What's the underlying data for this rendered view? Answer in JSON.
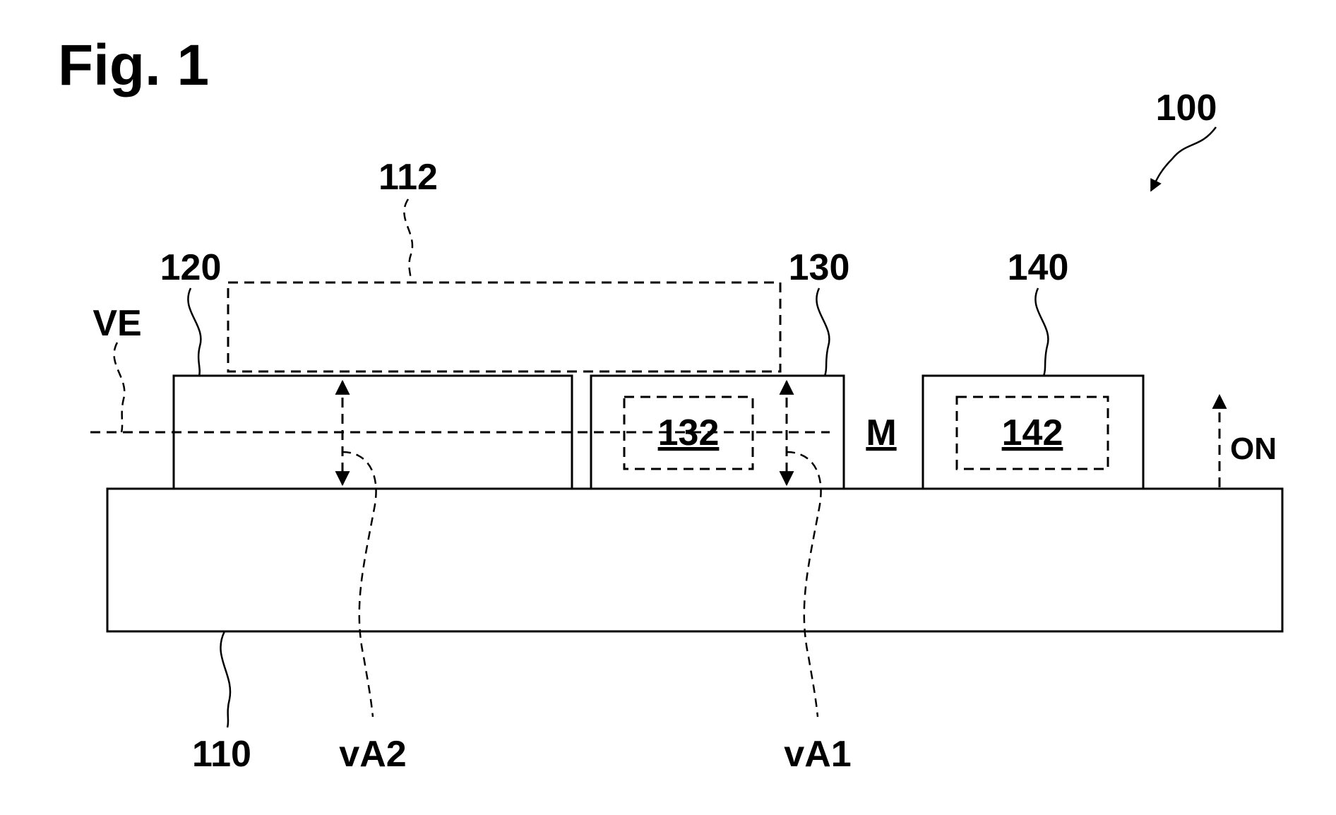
{
  "figure": {
    "title": "Fig. 1",
    "labels": {
      "assembly": "100",
      "base": "110",
      "dashed_frame": "112",
      "block_left": "120",
      "block_middle": "130",
      "inner_middle": "132",
      "block_right": "140",
      "inner_right": "142",
      "plane": "VE",
      "gap": "M",
      "normal": "ON",
      "distance_2": "vA2",
      "distance_1": "vA1"
    }
  }
}
